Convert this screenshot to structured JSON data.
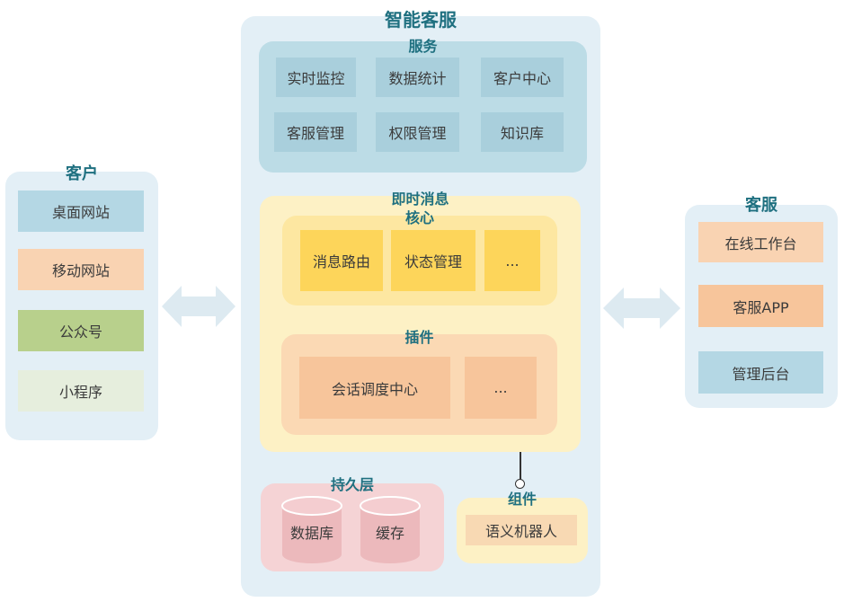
{
  "customer": {
    "title": "客户",
    "items": [
      "桌面网站",
      "移动网站",
      "公众号",
      "小程序"
    ]
  },
  "smart_service": {
    "title": "智能客服",
    "services": {
      "title": "服务",
      "items": [
        "实时监控",
        "数据统计",
        "客户中心",
        "客服管理",
        "权限管理",
        "知识库"
      ]
    },
    "im": {
      "title": "即时消息",
      "core": {
        "title": "核心",
        "items": [
          "消息路由",
          "状态管理",
          "..."
        ]
      },
      "plugins": {
        "title": "插件",
        "items": [
          "会话调度中心",
          "..."
        ]
      }
    },
    "persistence": {
      "title": "持久层",
      "items": [
        "数据库",
        "缓存"
      ]
    },
    "components": {
      "title": "组件",
      "items": [
        "语义机器人"
      ]
    }
  },
  "agent": {
    "title": "客服",
    "items": [
      "在线工作台",
      "客服APP",
      "管理后台"
    ]
  },
  "colors": {
    "outer_panel": "#e3eff6",
    "service_panel": "#bcdce6",
    "service_item": "#a9cfdc",
    "im_panel": "#fdf1c5",
    "core_panel": "#fde7a1",
    "core_item": "#fdd55a",
    "plugin_panel": "#fbd9b4",
    "plugin_item": "#f7c59b",
    "persist_panel": "#f5d3d5",
    "cylinder": "#ecb9bc",
    "component_panel": "#fdf1c5",
    "component_item": "#f8d9b3",
    "title_text": "#1f7080",
    "arrow": "#ddeaf1"
  }
}
